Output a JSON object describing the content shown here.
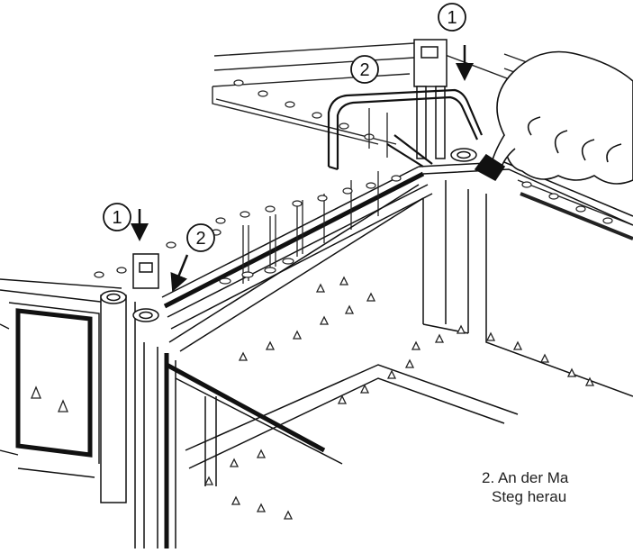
{
  "callouts": [
    {
      "number": "1"
    },
    {
      "number": "2"
    },
    {
      "number": "1"
    },
    {
      "number": "2"
    }
  ],
  "caption": {
    "line1": "2. An der Ma",
    "line2": "Steg herau"
  }
}
